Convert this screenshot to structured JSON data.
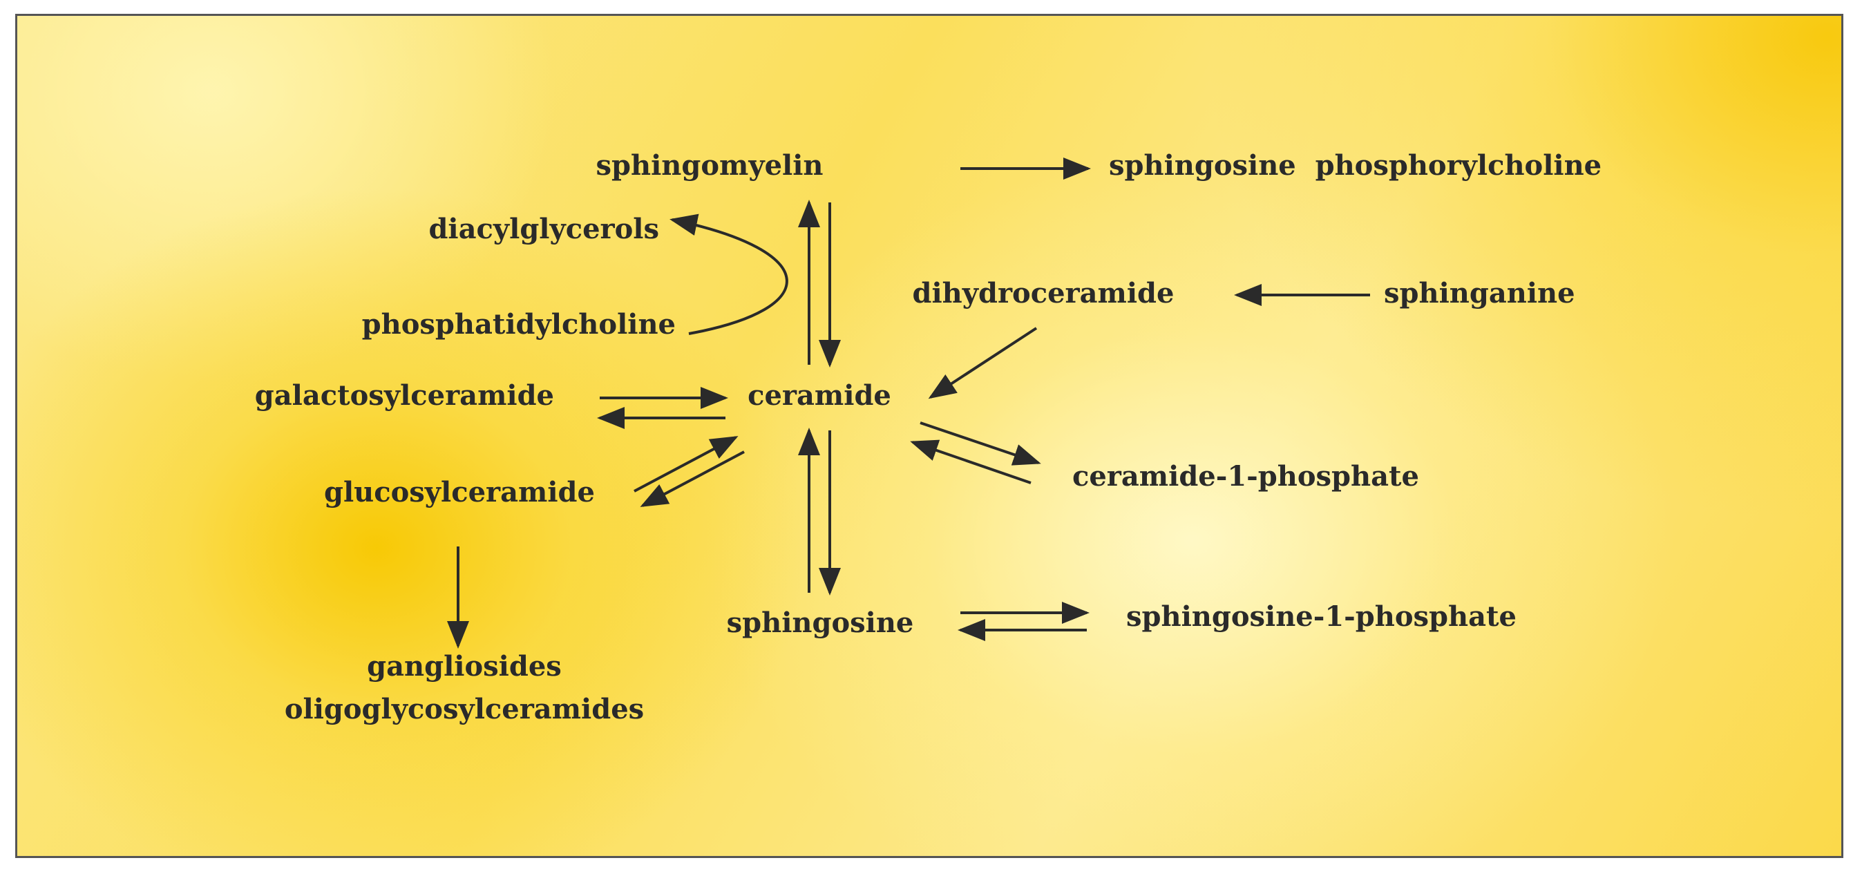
{
  "nodes": {
    "sphingomyelin": "sphingomyelin",
    "sphingosine_phosphorylcholine": "sphingosine  phosphorylcholine",
    "diacylglycerols": "diacylglycerols",
    "phosphatidylcholine": "phosphatidylcholine",
    "dihydroceramide": "dihydroceramide",
    "sphinganine": "sphinganine",
    "galactosylceramide": "galactosylceramide",
    "ceramide": "ceramide",
    "ceramide_1_phosphate": "ceramide-1-phosphate",
    "glucosylceramide": "glucosylceramide",
    "sphingosine": "sphingosine",
    "sphingosine_1_phosphate": "sphingosine-1-phosphate",
    "gangliosides": "gangliosides",
    "oligoglycosylceramides": "oligoglycosylceramides"
  }
}
